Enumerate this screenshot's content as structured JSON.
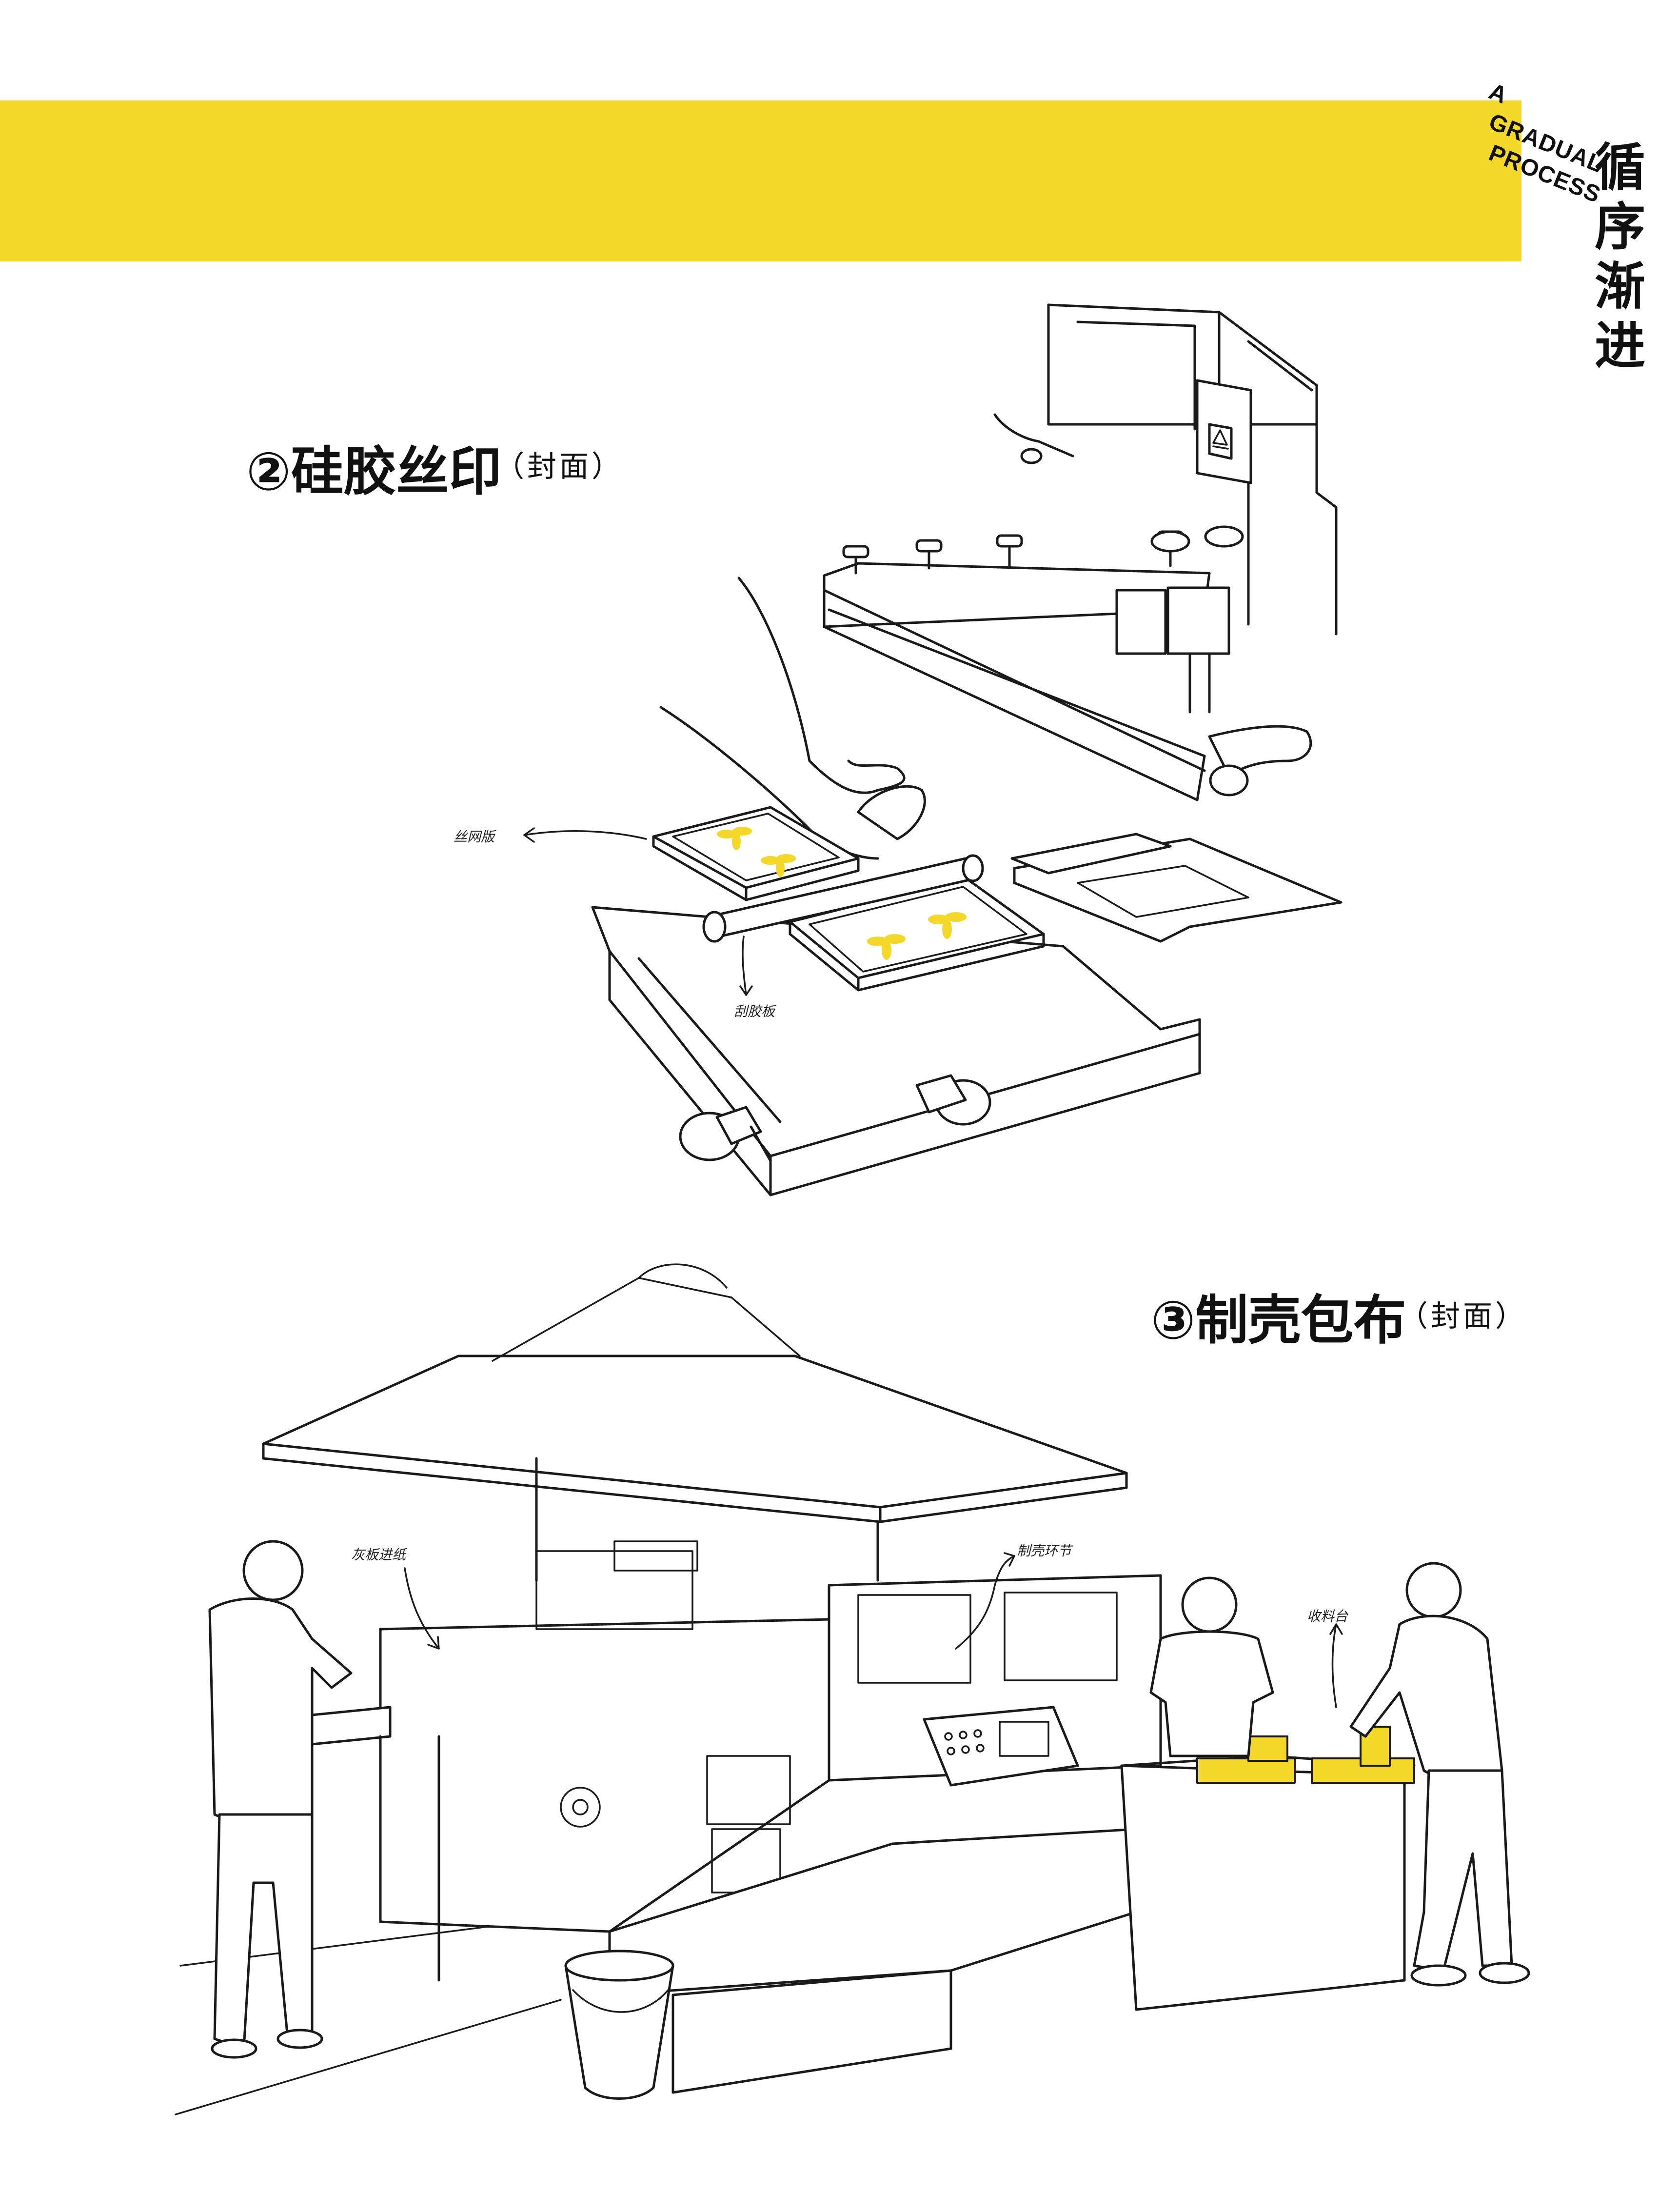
{
  "book_spine": {
    "en_line1": "A",
    "en_line2": "GRADUAL",
    "en_line3": "PROCESS",
    "zh_chars": [
      "循",
      "序",
      "渐",
      "进"
    ]
  },
  "section2": {
    "title": "②硅胶丝印",
    "subtitle": "（封面）",
    "labels": {
      "screen": "丝网版",
      "squeegee": "刮胶板"
    }
  },
  "section3": {
    "title": "③制壳包布",
    "subtitle": "（封面）",
    "labels": {
      "feed": "灰板进纸",
      "case_making": "制壳环节",
      "collection": "收料台"
    }
  },
  "colors": {
    "accent_yellow": "#f4d829",
    "line_black": "#1a1a1a",
    "background": "#ffffff"
  }
}
